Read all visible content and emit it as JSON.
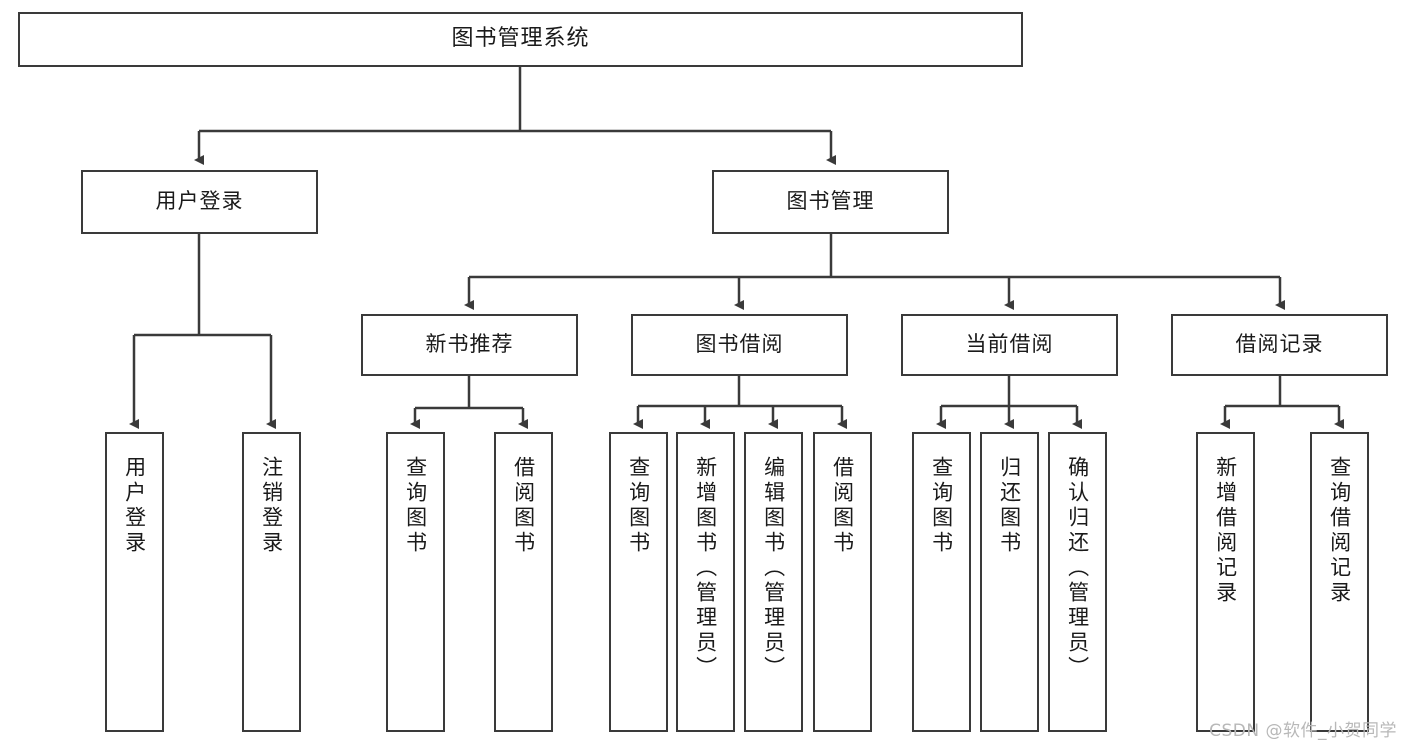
{
  "diagram": {
    "type": "tree",
    "title": "图书管理系统",
    "background_color": "#ffffff",
    "border_color": "#3a3a3a",
    "text_color": "#1a1a1a"
  },
  "root": {
    "label": "图书管理系统"
  },
  "level2": [
    {
      "label": "用户登录"
    },
    {
      "label": "图书管理"
    }
  ],
  "level3": [
    {
      "label": "新书推荐"
    },
    {
      "label": "图书借阅"
    },
    {
      "label": "当前借阅"
    },
    {
      "label": "借阅记录"
    }
  ],
  "leaves": {
    "user_login": [
      {
        "label": "用户登录"
      },
      {
        "label": "注销登录"
      }
    ],
    "new_book": [
      {
        "label": "查询图书"
      },
      {
        "label": "借阅图书"
      }
    ],
    "book_borrow": [
      {
        "label": "查询图书"
      },
      {
        "label": "新增图书（管理员）"
      },
      {
        "label": "编辑图书（管理员）"
      },
      {
        "label": "借阅图书"
      }
    ],
    "current_borrow": [
      {
        "label": "查询图书"
      },
      {
        "label": "归还图书"
      },
      {
        "label": "确认归还（管理员）"
      }
    ],
    "borrow_record": [
      {
        "label": "新增借阅记录"
      },
      {
        "label": "查询借阅记录"
      }
    ]
  },
  "watermark": {
    "text": "CSDN @软件_小贺同学"
  }
}
